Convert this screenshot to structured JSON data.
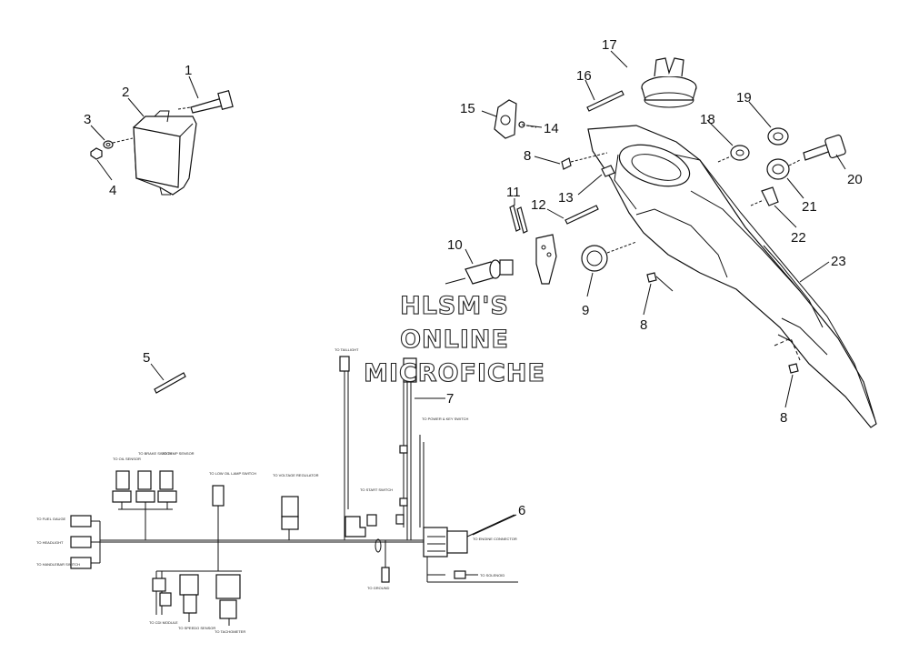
{
  "callouts": {
    "c1": "1",
    "c2": "2",
    "c3": "3",
    "c4": "4",
    "c5": "5",
    "c6": "6",
    "c7": "7",
    "c8a": "8",
    "c8b": "8",
    "c8c": "8",
    "c9": "9",
    "c10": "10",
    "c11": "11",
    "c12": "12",
    "c13": "13",
    "c14": "14",
    "c15": "15",
    "c16": "16",
    "c17": "17",
    "c18": "18",
    "c19": "19",
    "c20": "20",
    "c21": "21",
    "c22": "22",
    "c23": "23"
  },
  "watermark": {
    "line1": "HLSM'S",
    "line2": "ONLINE",
    "line3": "MICROFICHE"
  },
  "harness_labels": {
    "to_taillight": "TO TAILLIGHT",
    "to_power_key": "TO POWER & KEY SWITCH",
    "to_oil": "TO OIL SENSOR",
    "to_brake": "TO BRAKE SWITCH",
    "to_temp": "TO TEMP SENSOR",
    "to_low_oil": "TO LOW OIL LAMP SWITCH",
    "to_voltage_reg": "TO VOLTAGE REGULATOR",
    "to_start": "TO START SWITCH",
    "to_fuel": "TO FUEL GAUGE",
    "to_headlight": "TO HEADLIGHT",
    "to_ground": "TO GROUND",
    "to_engine_conn": "TO ENGINE CONNECTOR",
    "to_solenoid": "TO SOLENOID",
    "to_cdi": "TO CDI MODULE",
    "to_speedo": "TO SPEEDO SENSOR",
    "to_tach": "TO TACHOMETER",
    "to_handlebar": "TO HANDLEBAR SWITCH"
  }
}
